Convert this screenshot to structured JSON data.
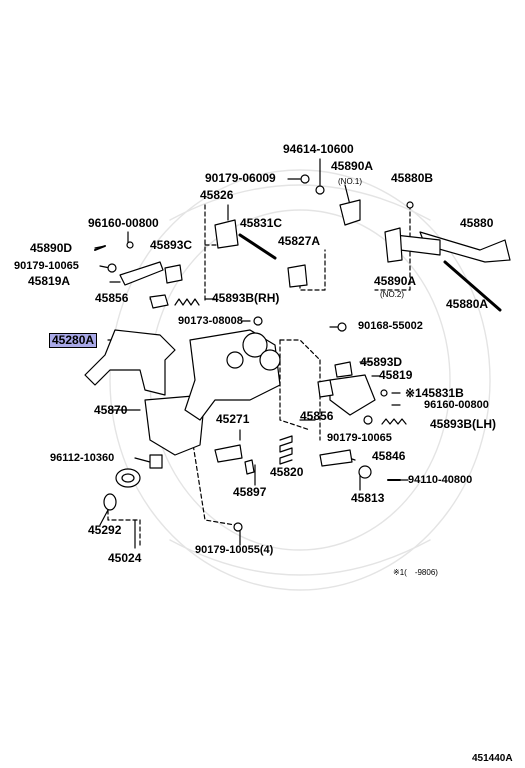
{
  "diagram": {
    "parts": [
      {
        "id": "p94614",
        "text": "94614-10600"
      },
      {
        "id": "p45890a1",
        "text": "45890A"
      },
      {
        "id": "p45890a1n",
        "text": "(NO.1)"
      },
      {
        "id": "p90179_06009",
        "text": "90179-06009"
      },
      {
        "id": "p45880b",
        "text": "45880B"
      },
      {
        "id": "p45826",
        "text": "45826"
      },
      {
        "id": "p96160_00800",
        "text": "96160-00800"
      },
      {
        "id": "p45831c",
        "text": "45831C"
      },
      {
        "id": "p45880",
        "text": "45880"
      },
      {
        "id": "p45890d",
        "text": "45890D"
      },
      {
        "id": "p45893c",
        "text": "45893C"
      },
      {
        "id": "p45827a",
        "text": "45827A"
      },
      {
        "id": "p90179_10065a",
        "text": "90179-10065"
      },
      {
        "id": "p45819a",
        "text": "45819A"
      },
      {
        "id": "p45890a2",
        "text": "45890A"
      },
      {
        "id": "p45890a2n",
        "text": "(NO.2)"
      },
      {
        "id": "p45856a",
        "text": "45856"
      },
      {
        "id": "p45893b_rh",
        "text": "45893B(RH)"
      },
      {
        "id": "p45880a",
        "text": "45880A"
      },
      {
        "id": "p90173",
        "text": "90173-08008"
      },
      {
        "id": "p90168",
        "text": "90168-55002"
      },
      {
        "id": "p45280a",
        "text": "45280A"
      },
      {
        "id": "p45893d",
        "text": "45893D"
      },
      {
        "id": "p45819",
        "text": "45819"
      },
      {
        "id": "p45831b",
        "text": "※145831B"
      },
      {
        "id": "p96160_00800b",
        "text": "96160-00800"
      },
      {
        "id": "p45870",
        "text": "45870"
      },
      {
        "id": "p45271",
        "text": "45271"
      },
      {
        "id": "p45856b",
        "text": "45856"
      },
      {
        "id": "p45893b_lh",
        "text": "45893B(LH)"
      },
      {
        "id": "p90179_10065b",
        "text": "90179-10065"
      },
      {
        "id": "p96112",
        "text": "96112-10360"
      },
      {
        "id": "p45846",
        "text": "45846"
      },
      {
        "id": "p45820",
        "text": "45820"
      },
      {
        "id": "p94110",
        "text": "94110-40800"
      },
      {
        "id": "p45897",
        "text": "45897"
      },
      {
        "id": "p45813",
        "text": "45813"
      },
      {
        "id": "p45292",
        "text": "45292"
      },
      {
        "id": "p45024",
        "text": "45024"
      },
      {
        "id": "p90179_10055",
        "text": "90179-10055(4)"
      },
      {
        "id": "pnote",
        "text": "※1(　-9806)"
      }
    ],
    "reference": "451440A",
    "highlight_color": "#a9a9e8"
  }
}
